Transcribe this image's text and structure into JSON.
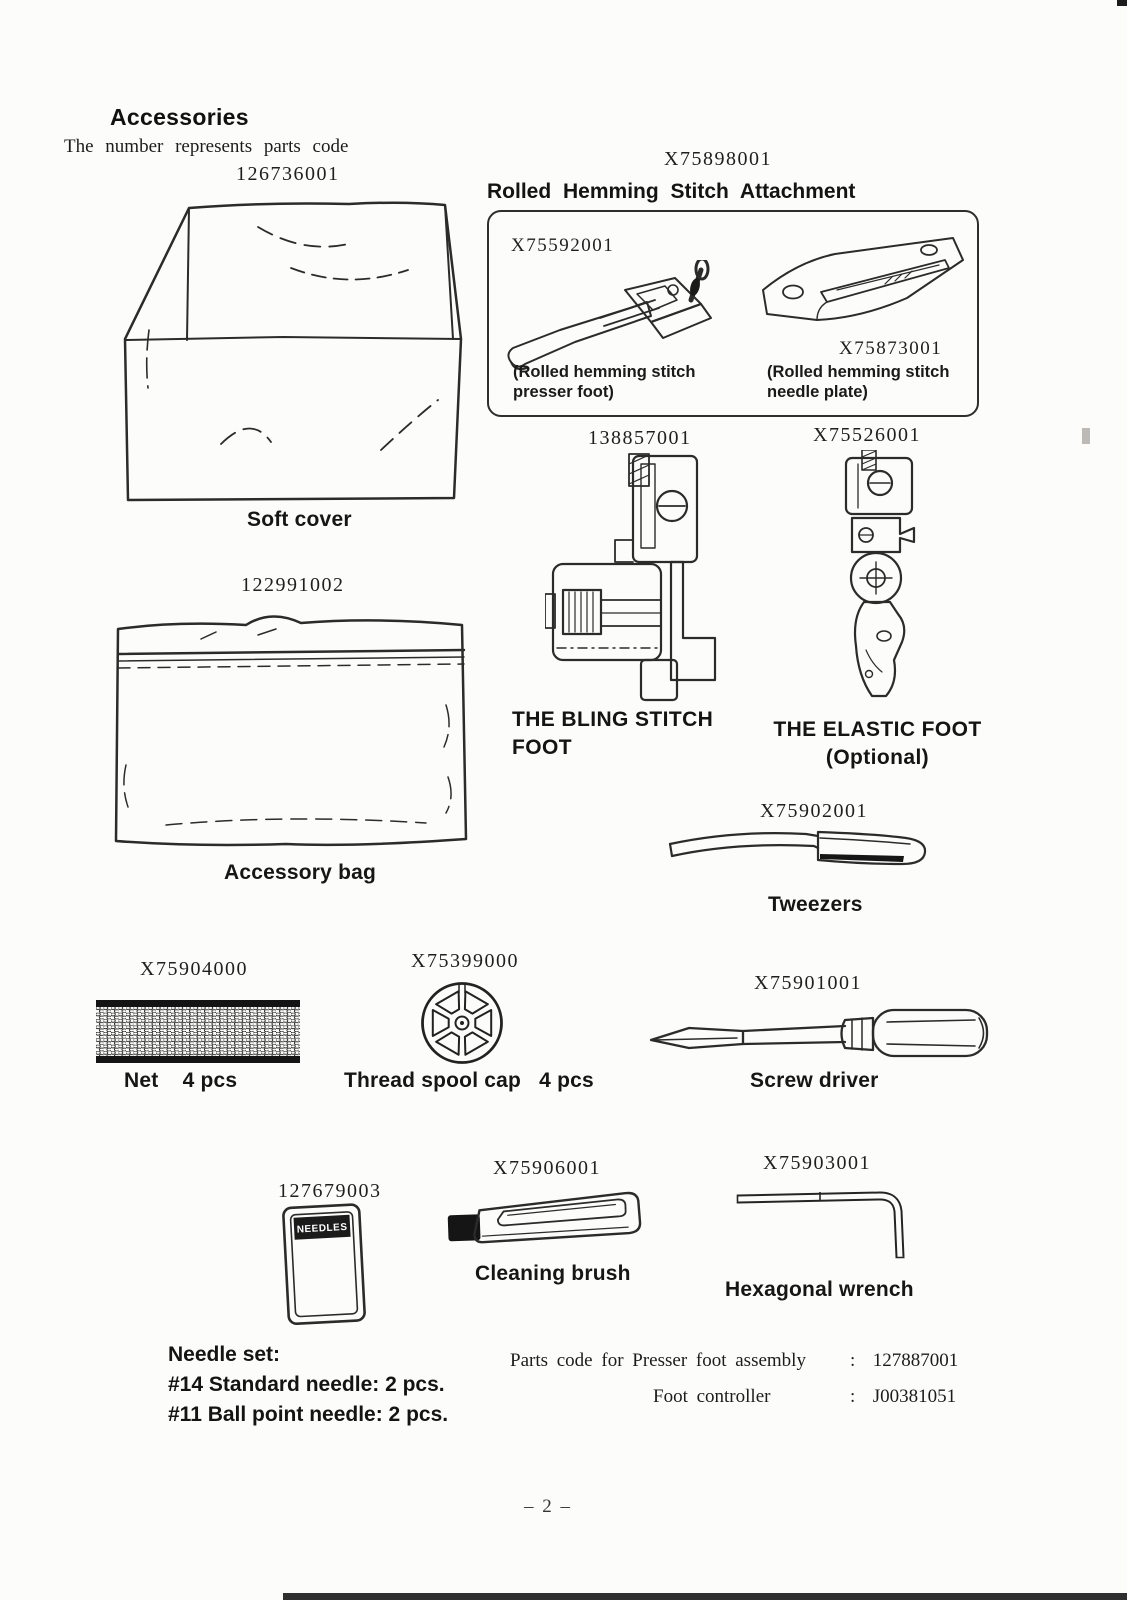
{
  "page": {
    "title": "Accessories",
    "subtitle": "The number represents parts code",
    "number": "– 2 –"
  },
  "colors": {
    "ink": "#1d1d1d",
    "paper": "#fcfcfa"
  },
  "soft_cover": {
    "code": "126736001",
    "label": "Soft cover"
  },
  "attachment": {
    "code": "X75898001",
    "title": "Rolled Hemming Stitch Attachment",
    "presser_foot": {
      "code": "X75592001",
      "caption_l1": "(Rolled hemming stitch",
      "caption_l2": "presser foot)"
    },
    "needle_plate": {
      "code": "X75873001",
      "caption_l1": "(Rolled hemming stitch",
      "caption_l2": "needle plate)"
    }
  },
  "blind_stitch_foot": {
    "code": "138857001",
    "label_l1": "THE BLING STITCH",
    "label_l2": "FOOT"
  },
  "elastic_foot": {
    "code": "X75526001",
    "label": "THE ELASTIC FOOT",
    "note": "(Optional)"
  },
  "accessory_bag": {
    "code": "122991002",
    "label": "Accessory bag"
  },
  "tweezers": {
    "code": "X75902001",
    "label": "Tweezers"
  },
  "net": {
    "code": "X75904000",
    "label": "Net    4 pcs"
  },
  "thread_spool_cap": {
    "code": "X75399000",
    "label": "Thread spool cap   4 pcs"
  },
  "screw_driver": {
    "code": "X75901001",
    "label": "Screw driver"
  },
  "needle_package": {
    "code": "127679003",
    "print": "NEEDLES"
  },
  "cleaning_brush": {
    "code": "X75906001",
    "label": "Cleaning brush"
  },
  "hexagonal_wrench": {
    "code": "X75903001",
    "label": "Hexagonal wrench"
  },
  "needle_set": {
    "title": "Needle set:",
    "line1": "#14 Standard needle: 2 pcs.",
    "line2": "#11 Ball point needle: 2 pcs."
  },
  "parts_codes": {
    "line1_label": "Parts code for Presser foot assembly",
    "line1_value": ":  127887001",
    "line2_label": "Foot controller",
    "line2_value": ":  J00381051"
  }
}
